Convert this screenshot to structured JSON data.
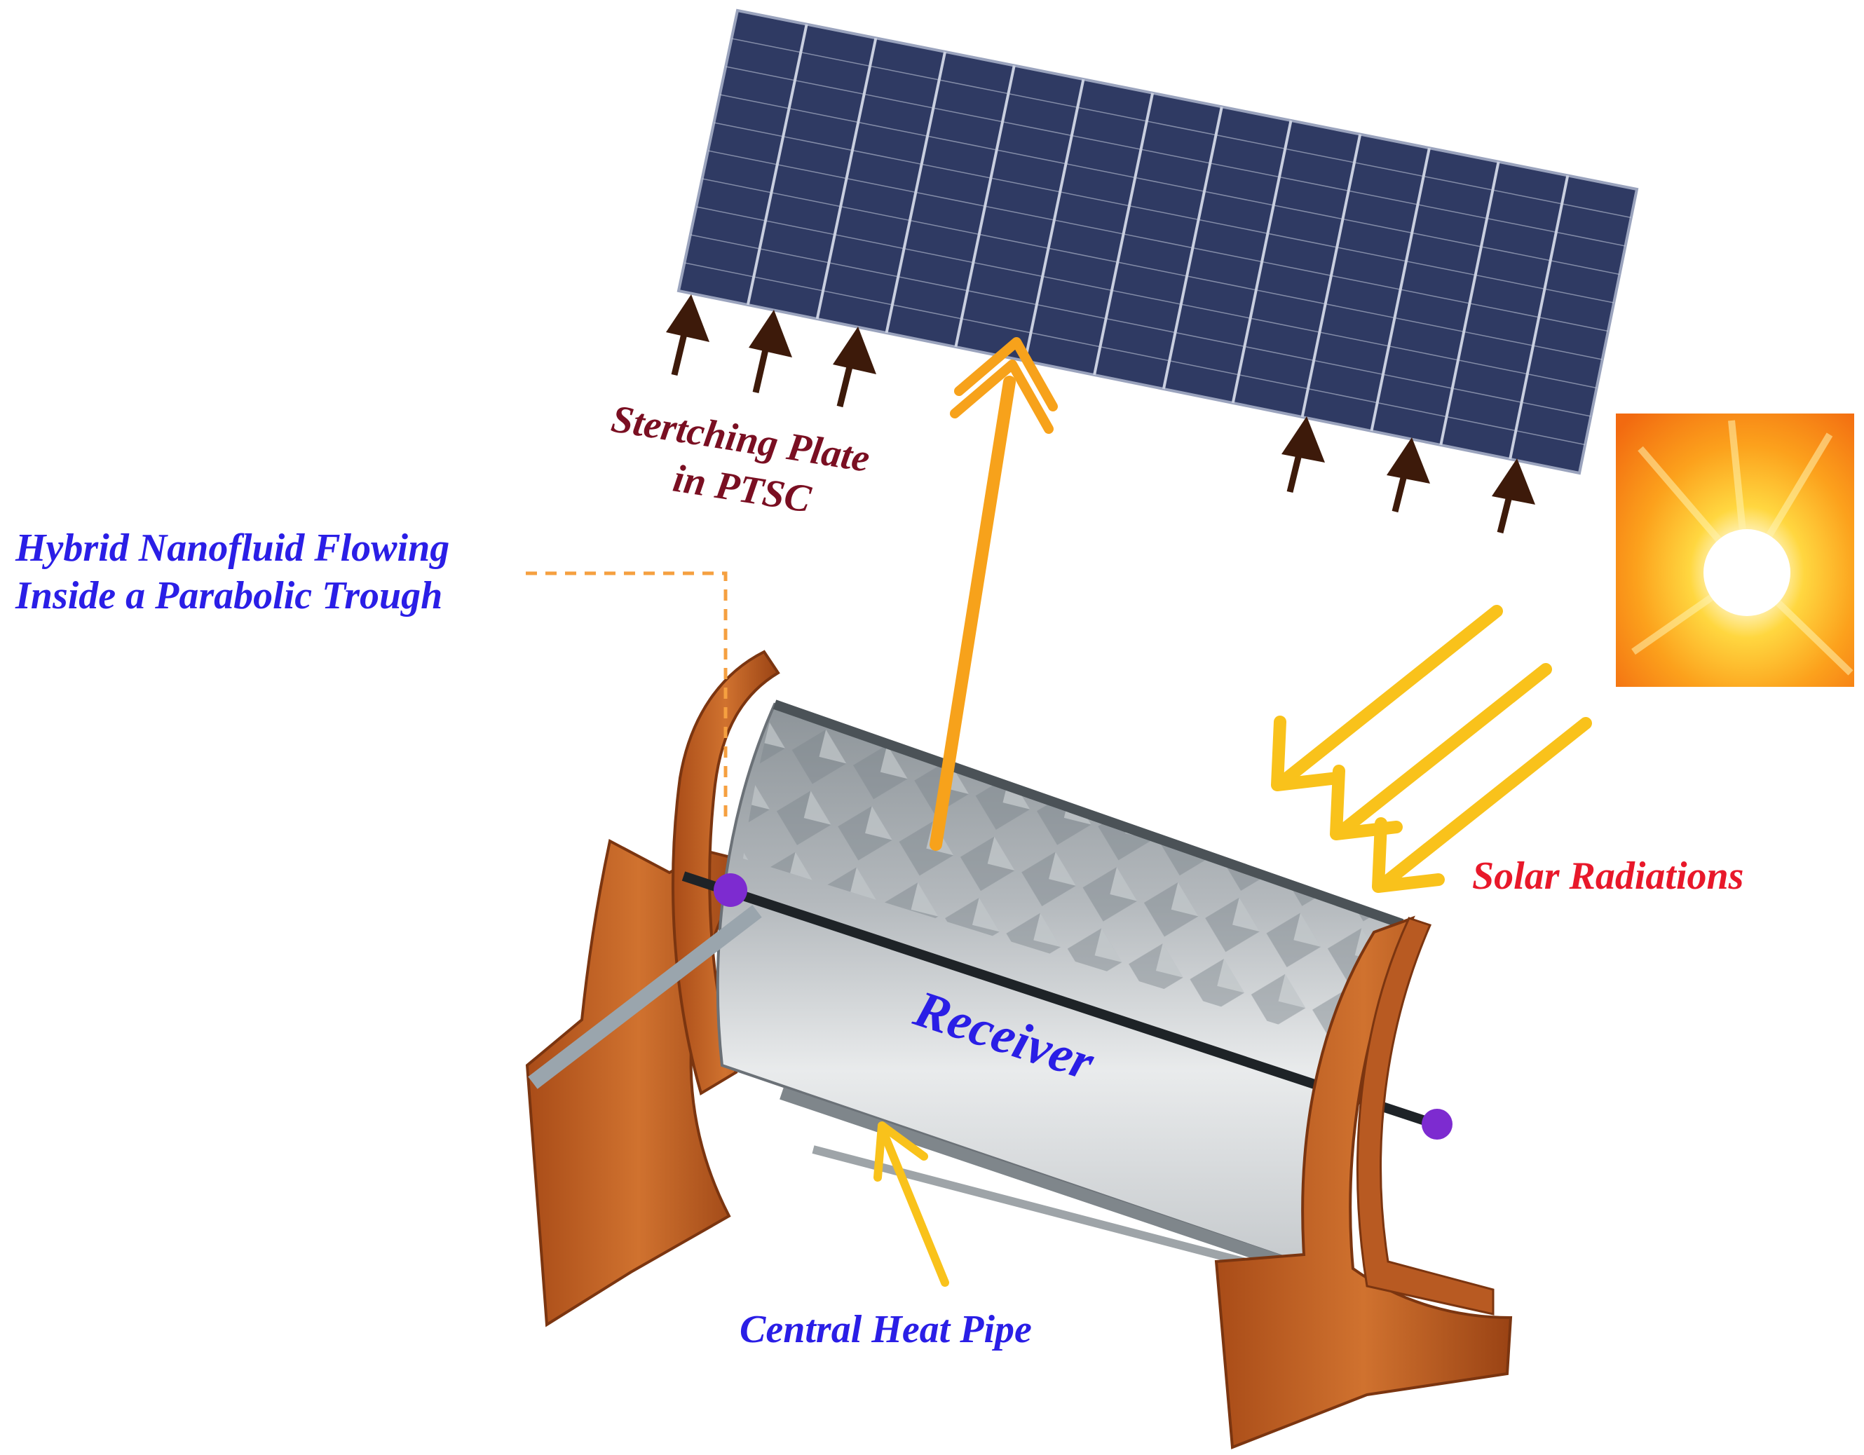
{
  "labels": {
    "stretching_plate_line1": "Stertching Plate",
    "stretching_plate_line2": "in PTSC",
    "nanofluid_line1": "Hybrid Nanofluid Flowing",
    "nanofluid_line2": "Inside a Parabolic Trough",
    "solar_radiations": "Solar Radiations",
    "receiver": "Receiver",
    "central_heat_pipe": "Central Heat Pipe"
  },
  "colors": {
    "panel_fill": "#2f3a63",
    "panel_grid": "#c9cfe0",
    "arrow_brown": "#3d1a0a",
    "arrow_orange": "#f7a21b",
    "arrow_yellow": "#f9c21b",
    "dashed_leader": "#f5a040",
    "label_blue": "#2a1ee6",
    "label_maroon": "#7a0f22",
    "label_red": "#e8182a",
    "frame_orange": "#c8672a",
    "trough_silver": "#b8bcc2",
    "purple_fitting": "#7d2bd0"
  },
  "icons": {
    "solar_panel": "solar-panel-icon",
    "sun": "sun-icon",
    "trough": "parabolic-trough-icon"
  }
}
